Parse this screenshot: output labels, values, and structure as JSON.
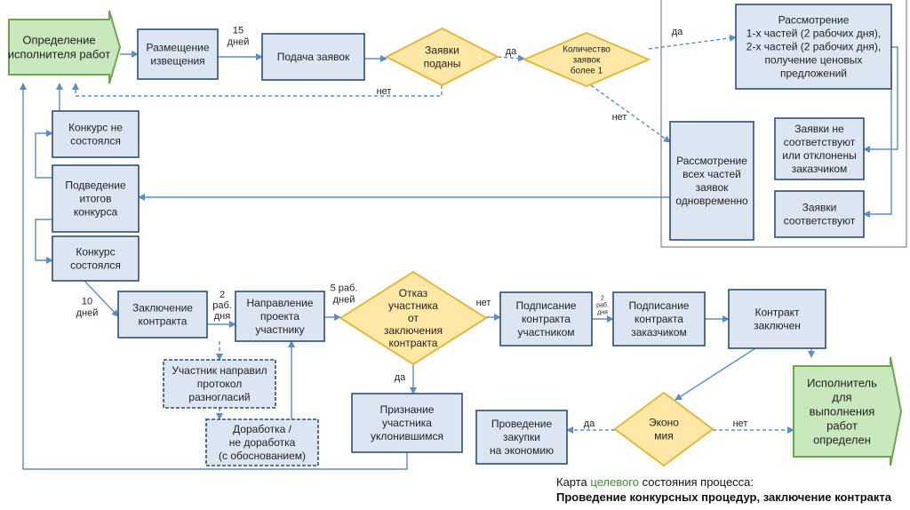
{
  "colors": {
    "box_fill": "#dce6f2",
    "box_stroke": "#2f4f6f",
    "diamond_fill": "#ffe8a6",
    "diamond_stroke": "#e2b93a",
    "arrow": "#5a8fc6",
    "start_fill": "#c9e8bd",
    "start_stroke": "#6aa84f",
    "caption_highlight": "#3d8b2f"
  },
  "nodes": {
    "start": [
      "Определение",
      "исполнителя работ"
    ],
    "placement": [
      "Размещение",
      "извещения"
    ],
    "submission": [
      "Подача заявок"
    ],
    "applications_submitted": [
      "Заявки",
      "поданы"
    ],
    "apps_count": [
      "Количество",
      "заявок",
      "более 1"
    ],
    "review_parts": [
      "Рассмотрение",
      "1-х частей (2 рабочих дня),",
      "2-х частей (2 рабочих дня),",
      "получение ценовых",
      "предложений"
    ],
    "review_all": [
      "Рассмотрение",
      "всех частей",
      "заявок",
      "одновременно"
    ],
    "apps_rejected": [
      "Заявки не",
      "соответствуют",
      "или отклонены",
      "заказчиком"
    ],
    "apps_ok": [
      "Заявки",
      "соответствуют"
    ],
    "contest_failed": [
      "Конкурс не",
      "состоялся"
    ],
    "summary": [
      "Подведение",
      "итогов",
      "конкурса"
    ],
    "contest_held": [
      "Конкурс",
      "состоялся"
    ],
    "contract_conclusion": [
      "Заключение",
      "контракта"
    ],
    "send_draft": [
      "Направление",
      "проекта",
      "участнику"
    ],
    "refusal": [
      "Отказ",
      "участника",
      "от",
      "заключения",
      "контракта"
    ],
    "sign_participant": [
      "Подписание",
      "контракта",
      "участником"
    ],
    "sign_customer": [
      "Подписание",
      "контракта",
      "заказчиком"
    ],
    "contract_done": [
      "Контракт",
      "заключен"
    ],
    "disagreement": [
      "Участник направил",
      "протокол",
      "разногласий"
    ],
    "revision": [
      "Доработка /",
      "не доработка",
      "(с обоснованием)"
    ],
    "evader": [
      "Признание",
      "участника",
      "уклонившимся"
    ],
    "economy_purchase": [
      "Проведение",
      "закупки",
      "на экономию"
    ],
    "economy": [
      "Эконо",
      "мия"
    ],
    "executor": [
      "Исполнитель",
      "для",
      "выполнения",
      "работ",
      "определен"
    ]
  },
  "labels": {
    "days15": [
      "15",
      "дней"
    ],
    "yes_top": "да",
    "yes_review": "да",
    "no_top": "нет",
    "no_count": "нет",
    "days10": [
      "10",
      "дней"
    ],
    "days2": [
      "2",
      "раб.",
      "дня"
    ],
    "days5": [
      "5 раб.",
      "дней"
    ],
    "no_refusal": "нет",
    "days2_small": [
      "2",
      "раб.",
      "дня"
    ],
    "yes_refusal": "да",
    "yes_economy": "да",
    "no_economy": "нет"
  },
  "caption": {
    "line1_prefix": "Карта ",
    "line1_highlight": "целевого",
    "line1_suffix": " состояния процесса:",
    "line2": "Проведение конкурсных процедур, заключение контракта"
  }
}
